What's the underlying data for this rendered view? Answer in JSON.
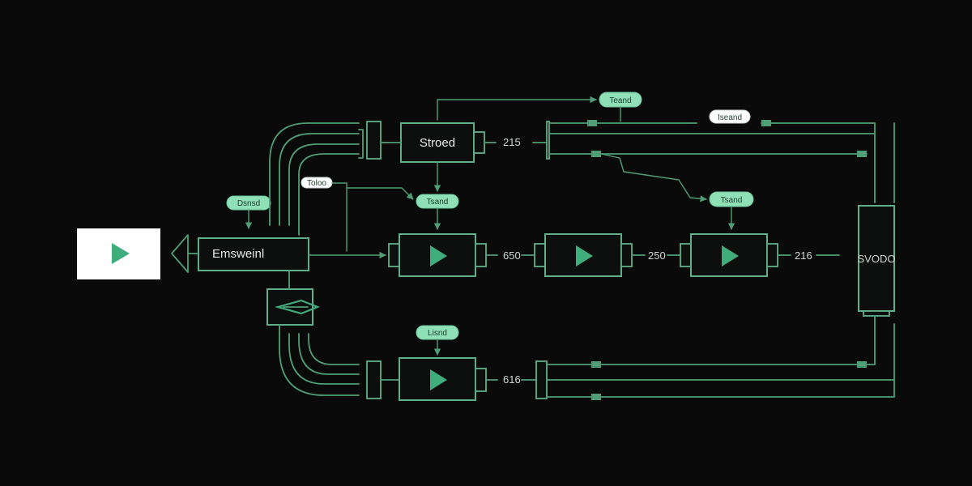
{
  "diagram": {
    "source_label": "",
    "encoder_label": "Emsweinl",
    "stored_label": "Stroed",
    "output_label": "SVODO",
    "pills": {
      "left": "Dsnsd",
      "white_mid": "Toloo",
      "top_mid": "Teand",
      "top_right_white": "Iseand",
      "mid_upper": "Tsand",
      "right_upper": "Tsand",
      "bottom_mid": "Lisnd"
    },
    "numbers": {
      "top": "215",
      "mid1": "650",
      "mid2": "250",
      "mid3": "216",
      "bottom": "616"
    },
    "colors": {
      "background": "#0a0a0a",
      "wire": "#4f9e76",
      "accent": "#3fae7c",
      "pill": "#8fe0b6"
    },
    "icons": [
      "play-icon",
      "arrow-icon"
    ]
  }
}
